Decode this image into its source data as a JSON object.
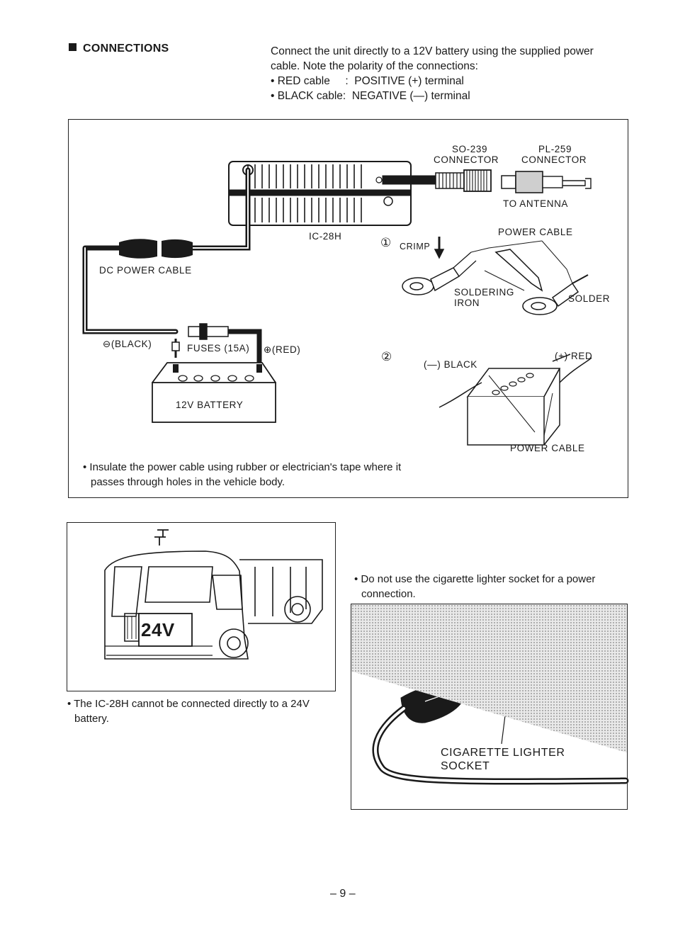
{
  "section": {
    "heading": "CONNECTIONS",
    "intro_line1": "Connect the unit directly to a 12V battery using the supplied power",
    "intro_line2": "cable.  Note the polarity of the connections:",
    "bullet_red": "• RED cable     :  POSITIVE (+) terminal",
    "bullet_black": "• BLACK cable:  NEGATIVE (—) terminal"
  },
  "diagram": {
    "so239": [
      "SO-239",
      "CONNECTOR"
    ],
    "pl259": [
      "PL-259",
      "CONNECTOR"
    ],
    "to_antenna": "TO ANTENNA",
    "unit_label": "IC-28H",
    "power_cable_top": "POWER CABLE",
    "step1": "①",
    "crimp": "CRIMP",
    "soldering_iron": [
      "SOLDERING",
      "IRON"
    ],
    "solder": "SOLDER",
    "dc_power_cable": "DC POWER CABLE",
    "black_terminal": "⊖(BLACK)",
    "fuses": "FUSES (15A)",
    "red_terminal": "⊕(RED)",
    "battery": "12V BATTERY",
    "step2": "②",
    "neg_black": "(—) BLACK",
    "pos_red": "(+) RED",
    "power_cable_bottom": "POWER CABLE",
    "insulate_note_line1": "• Insulate the power cable using rubber or electrician's tape where it",
    "insulate_note_line2": "passes through holes in the vehicle body."
  },
  "truck_panel": {
    "badge": "24V",
    "note_line1": "• The IC-28H cannot be connected directly to a 24V",
    "note_line2": "battery."
  },
  "lighter_panel": {
    "note_line1": "• Do not use the cigarette lighter socket for a power",
    "note_line2": "connection.",
    "label_line1": "CIGARETTE  LIGHTER",
    "label_line2": "SOCKET"
  },
  "footer": {
    "page_number": "– 9 –"
  }
}
